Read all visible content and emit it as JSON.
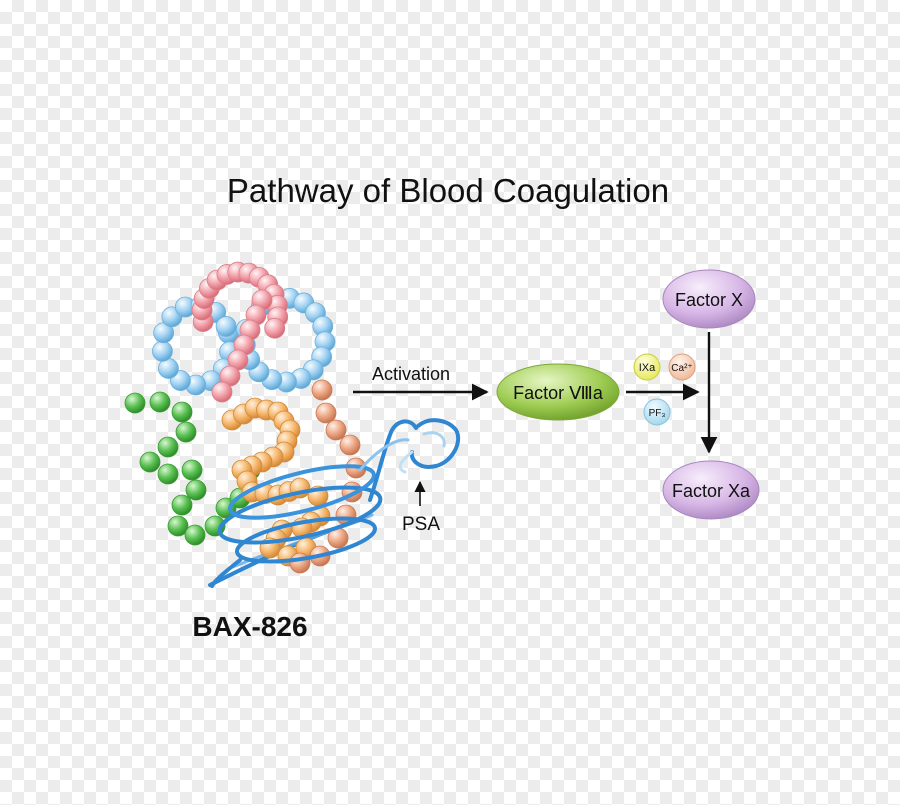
{
  "title": "Pathway of Blood Coagulation",
  "molecule_label": "BAX-826",
  "psa_label": "PSA",
  "activation_label": "Activation",
  "nodes": {
    "factor_viiia": "Factor Ⅷa",
    "factor_x": "Factor X",
    "factor_xa": "Factor Xa"
  },
  "cofactors": {
    "ixa": "IXa",
    "ca": "Ca²⁺",
    "pf3": "PF₃"
  },
  "colors": {
    "pink": "#f2a1aa",
    "blue": "#9fd0f0",
    "green": "#5cc255",
    "orange": "#f6b870",
    "salmon": "#eda886",
    "ribbon": "#2f86d1",
    "viiia_fill": "#9fcd53",
    "factor_fill": "#d7b6e6",
    "ixa_fill": "#eef27a",
    "ca_fill": "#f6cdb3",
    "pf3_fill": "#bfe4f4"
  }
}
